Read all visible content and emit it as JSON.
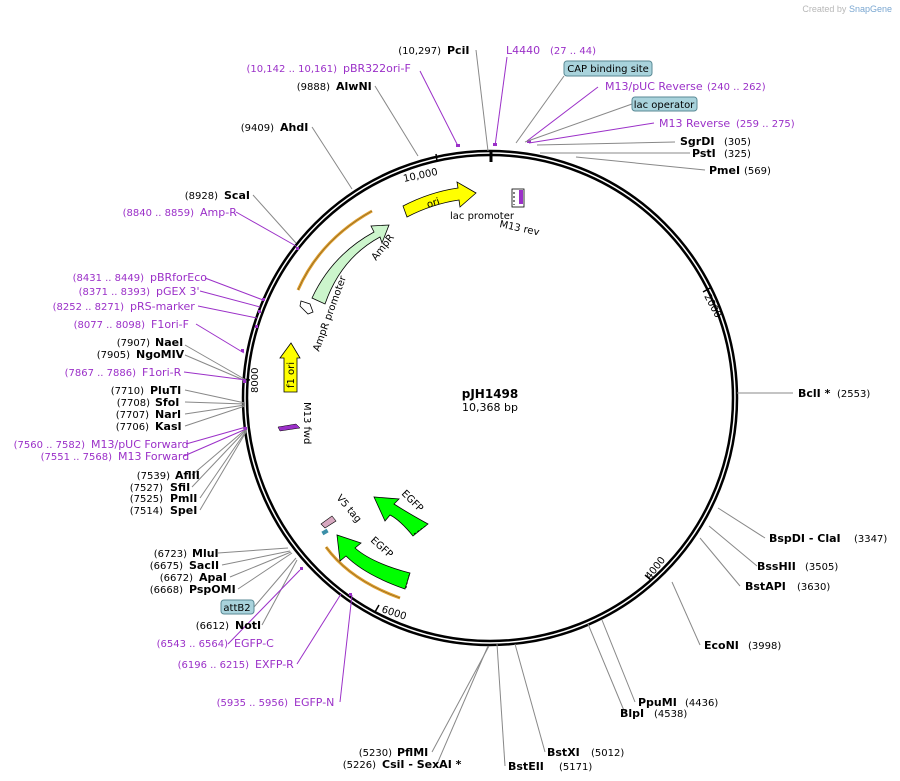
{
  "credit": {
    "created_by": "Created by",
    "brand": "SnapGene"
  },
  "plasmid": {
    "name": "pJH1498",
    "size": "10,368 bp"
  },
  "ticks": [
    "2000",
    "4000",
    "6000",
    "8000",
    "10,000"
  ],
  "sites": [
    {
      "name": "PciI",
      "pos": "(10,297)"
    },
    {
      "name": "AlwNI",
      "pos": "(9888)"
    },
    {
      "name": "AhdI",
      "pos": "(9409)"
    },
    {
      "name": "ScaI",
      "pos": "(8928)"
    },
    {
      "name": "SgrDI",
      "pos": "(305)"
    },
    {
      "name": "PstI",
      "pos": "(325)"
    },
    {
      "name": "PmeI",
      "pos": "(569)"
    },
    {
      "name": "BclI *",
      "pos": "(2553)"
    },
    {
      "name": "BspDI  - ClaI",
      "pos": "(3347)"
    },
    {
      "name": "BssHII",
      "pos": "(3505)"
    },
    {
      "name": "BstAPI",
      "pos": "(3630)"
    },
    {
      "name": "EcoNI",
      "pos": "(3998)"
    },
    {
      "name": "PpuMI",
      "pos": "(4436)"
    },
    {
      "name": "BlpI",
      "pos": "(4538)"
    },
    {
      "name": "BstXI",
      "pos": "(5012)"
    },
    {
      "name": "BstEII",
      "pos": "(5171)"
    },
    {
      "name": "PflMI",
      "pos": "(5230)"
    },
    {
      "name": "CsiI  - SexAI *",
      "pos": "(5226)"
    },
    {
      "name": "NaeI",
      "pos": "(7907)"
    },
    {
      "name": "NgoMIV",
      "pos": "(7905)"
    },
    {
      "name": "PluTI",
      "pos": "(7710)"
    },
    {
      "name": "SfoI",
      "pos": "(7708)"
    },
    {
      "name": "NarI",
      "pos": "(7707)"
    },
    {
      "name": "KasI",
      "pos": "(7706)"
    },
    {
      "name": "AflII",
      "pos": "(7539)"
    },
    {
      "name": "SfiI",
      "pos": "(7527)"
    },
    {
      "name": "PmlI",
      "pos": "(7525)"
    },
    {
      "name": "SpeI",
      "pos": "(7514)"
    },
    {
      "name": "MluI",
      "pos": "(6723)"
    },
    {
      "name": "SacII",
      "pos": "(6675)"
    },
    {
      "name": "ApaI",
      "pos": "(6672)"
    },
    {
      "name": "PspOMI",
      "pos": "(6668)"
    },
    {
      "name": "NotI",
      "pos": "(6612)"
    }
  ],
  "primers": [
    {
      "name": "L4440",
      "pos": "(27 .. 44)"
    },
    {
      "name": "pBR322ori-F",
      "pos": "(10,142 .. 10,161)"
    },
    {
      "name": "M13/pUC Reverse",
      "pos": "(240 .. 262)"
    },
    {
      "name": "M13 Reverse",
      "pos": "(259 .. 275)"
    },
    {
      "name": "Amp-R",
      "pos": "(8840 .. 8859)"
    },
    {
      "name": "pBRforEco",
      "pos": "(8431 .. 8449)"
    },
    {
      "name": "pGEX 3'",
      "pos": "(8371 .. 8393)"
    },
    {
      "name": "pRS-marker",
      "pos": "(8252 .. 8271)"
    },
    {
      "name": "F1ori-F",
      "pos": "(8077 .. 8098)"
    },
    {
      "name": "F1ori-R",
      "pos": "(7867 .. 7886)"
    },
    {
      "name": "M13/pUC Forward",
      "pos": "(7560 .. 7582)"
    },
    {
      "name": "M13 Forward",
      "pos": "(7551 .. 7568)"
    },
    {
      "name": "EGFP-C",
      "pos": "(6543 .. 6564)"
    },
    {
      "name": "EXFP-R",
      "pos": "(6196 .. 6215)"
    },
    {
      "name": "EGFP-N",
      "pos": "(5935 .. 5956)"
    }
  ],
  "boxes": [
    "CAP binding site",
    "lac operator",
    "attB2"
  ],
  "features": {
    "ori": "ori",
    "ampr": "AmpR",
    "ampr_promoter": "AmpR promoter",
    "lac_promoter": "lac promoter",
    "m13_rev": "M13 rev",
    "f1_ori": "f1 ori",
    "m13_fwd": "M13 fwd",
    "v5_tag": "V5 tag",
    "egfp_1": "EGFP",
    "egfp_2": "EGFP"
  },
  "colors": {
    "primer": "#9b30c8",
    "ori": "#ffff00",
    "ampr": "#ccf5cc",
    "egfp": "#00ff00",
    "orange": "#e0a030",
    "box": "#a9d3dc"
  }
}
